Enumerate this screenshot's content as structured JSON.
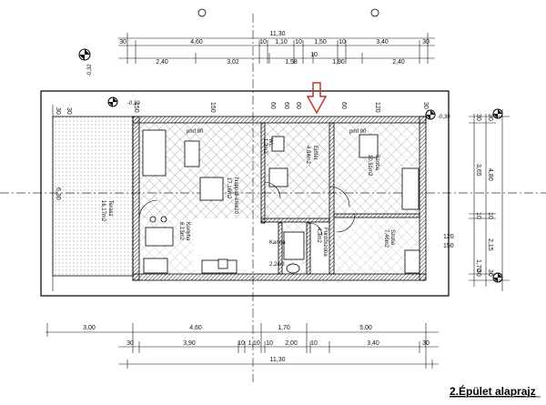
{
  "caption": "2.Épület alaprajz",
  "levels": {
    "top_left": "-0,32",
    "entry_left": "-0,30",
    "entry_right": "-0,30"
  },
  "top_dims": {
    "row1": [
      "30",
      "4,60",
      "10",
      "1,10",
      "10",
      "1,50",
      "10",
      "3,40",
      "30"
    ],
    "row1_total": "11,30",
    "row2": [
      "2,40",
      "3,02",
      "1,58",
      "1,90",
      "2,40"
    ],
    "row2_extra": "10"
  },
  "bottom_dims": {
    "row1": [
      "3,00",
      "4,60",
      "1,70",
      "5,00"
    ],
    "row2": [
      "30",
      "3,90",
      "10",
      "1,10",
      "10",
      "2,00",
      "10",
      "3,40",
      "30"
    ],
    "row2_total": "11,30"
  },
  "right_dims": {
    "outer": [
      "30",
      "4,80",
      "10",
      "2,15",
      "30"
    ],
    "inner": [
      "30",
      "3,65",
      "10",
      "1,70",
      "30"
    ],
    "side": [
      "120",
      "150"
    ]
  },
  "left_dims": [
    "30",
    "6,30",
    "150"
  ],
  "wall_marks": [
    "30",
    "150",
    "150",
    "60",
    "60",
    "60",
    "60",
    "120",
    "30"
  ],
  "windows": [
    "pmf 90",
    "pmf 90"
  ],
  "rooms": [
    {
      "name": "Nappali-étkező",
      "area": "17,16m2"
    },
    {
      "name": "Wc",
      "area": "1,2m2"
    },
    {
      "name": "Előtér",
      "area": "4,84m2"
    },
    {
      "name": "Szoba",
      "area": "10,51m2"
    },
    {
      "name": "Terasz",
      "area": "16,17m2"
    },
    {
      "name": "Konyha",
      "area": "6,13m2"
    },
    {
      "name": "Kamra",
      "area": "2,2m2"
    },
    {
      "name": "Fürdőszoba",
      "area": "4,3m2"
    },
    {
      "name": "Szoba",
      "area": "7,46m2"
    }
  ],
  "entry_arrow_color": "#c0392b",
  "compass_icons": [
    "north-compass-icon",
    "level-marker-icon"
  ]
}
